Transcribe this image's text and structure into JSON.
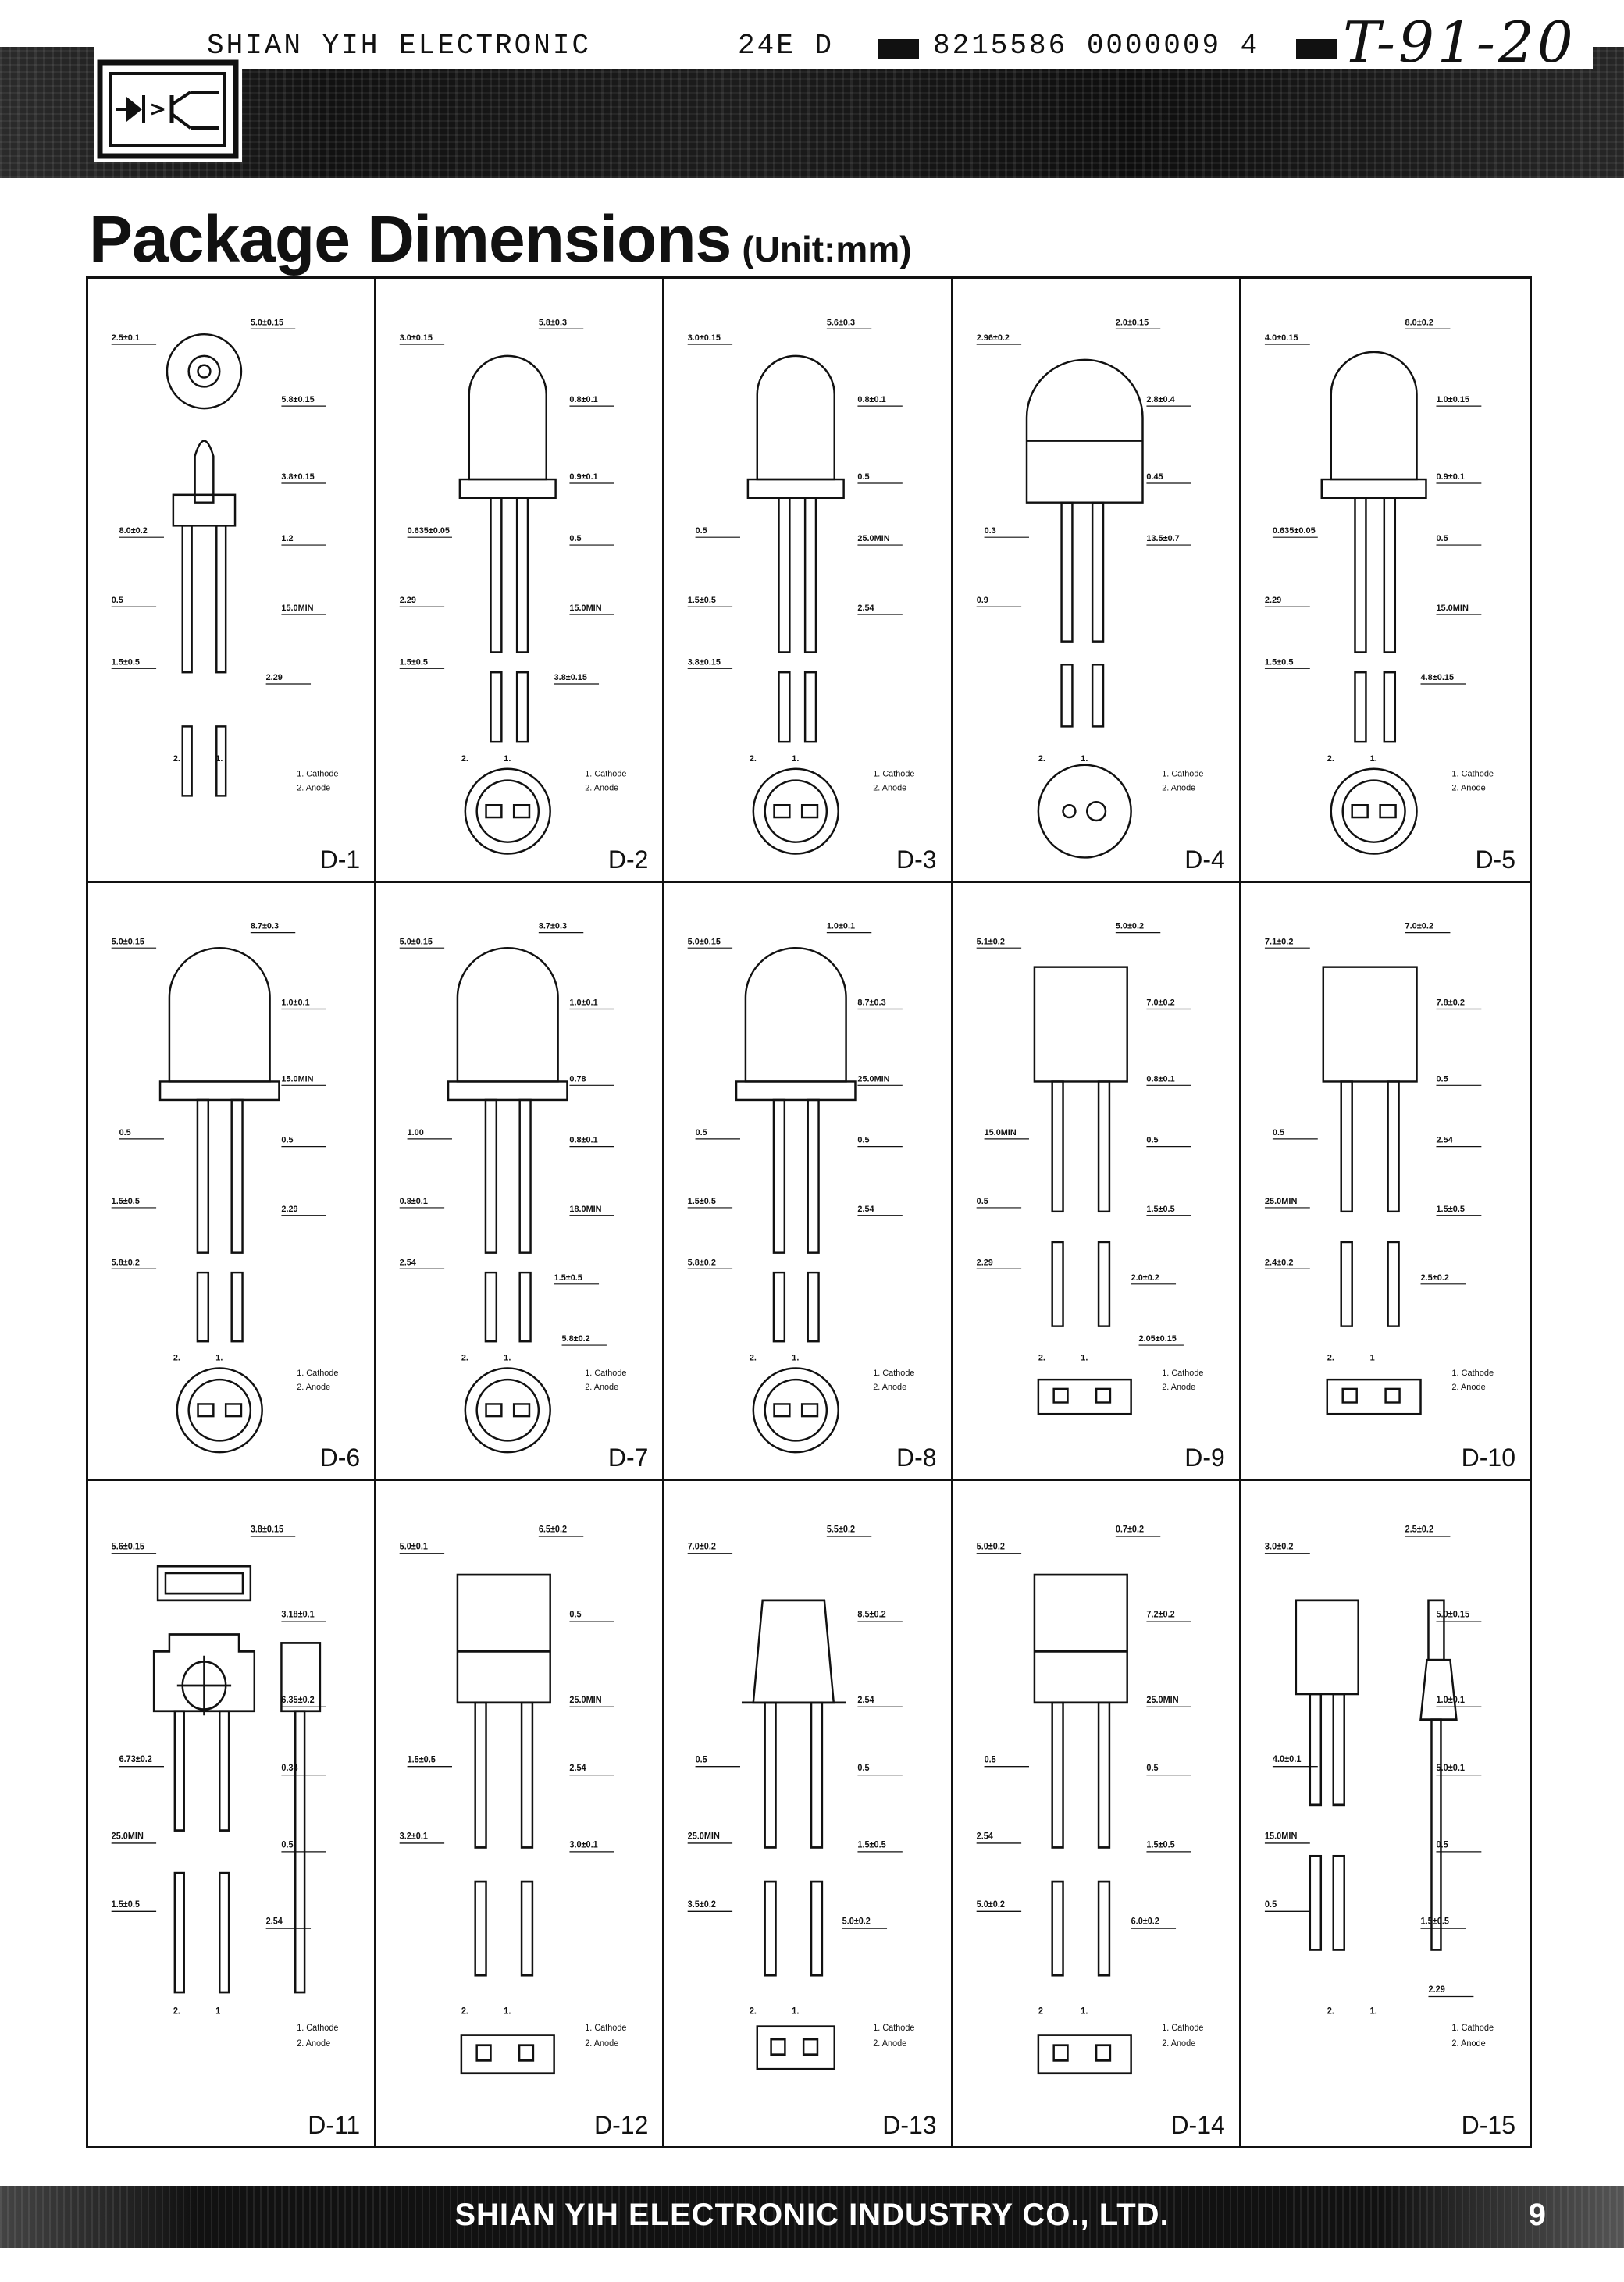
{
  "header": {
    "company": "SHIAN YIH ELECTRONIC",
    "code1": "24E D",
    "code2": "8215586 0000009 4",
    "handwritten": "T-91-20"
  },
  "title": "Package Dimensions",
  "unit": "(Unit:mm)",
  "cells": [
    {
      "id": "D-1",
      "dims": [
        "2.5±0.1",
        "5.0±0.15",
        "5.8±0.15",
        "3.8±0.15",
        "8.0±0.2",
        "1.2",
        "0.5",
        "15.0MIN",
        "1.5±0.5",
        "2.29"
      ],
      "legend": [
        "1. Cathode",
        "2. Anode"
      ],
      "pins": [
        "2.",
        "1."
      ]
    },
    {
      "id": "D-2",
      "dims": [
        "3.0±0.15",
        "5.8±0.3",
        "0.8±0.1",
        "0.9±0.1",
        "0.635±0.05",
        "0.5",
        "2.29",
        "15.0MIN",
        "1.5±0.5",
        "3.8±0.15"
      ],
      "legend": [
        "1. Cathode",
        "2. Anode"
      ],
      "pins": [
        "2.",
        "1."
      ]
    },
    {
      "id": "D-3",
      "dims": [
        "3.0±0.15",
        "5.6±0.3",
        "0.8±0.1",
        "0.5",
        "0.5",
        "25.0MIN",
        "1.5±0.5",
        "2.54",
        "3.8±0.15"
      ],
      "legend": [
        "1. Cathode",
        "2. Anode"
      ],
      "pins": [
        "2.",
        "1."
      ]
    },
    {
      "id": "D-4",
      "dims": [
        "2.96±0.2",
        "2.0±0.15",
        "2.8±0.4",
        "0.45",
        "0.3",
        "13.5±0.7",
        "0.9"
      ],
      "legend": [
        "1. Cathode",
        "2. Anode"
      ],
      "pins": [
        "2.",
        "1."
      ]
    },
    {
      "id": "D-5",
      "dims": [
        "4.0±0.15",
        "8.0±0.2",
        "1.0±0.15",
        "0.9±0.1",
        "0.635±0.05",
        "0.5",
        "2.29",
        "15.0MIN",
        "1.5±0.5",
        "4.8±0.15"
      ],
      "legend": [
        "1. Cathode",
        "2. Anode"
      ],
      "pins": [
        "2.",
        "1."
      ]
    },
    {
      "id": "D-6",
      "dims": [
        "5.0±0.15",
        "8.7±0.3",
        "1.0±0.1",
        "15.0MIN",
        "0.5",
        "0.5",
        "1.5±0.5",
        "2.29",
        "5.8±0.2"
      ],
      "legend": [
        "1. Cathode",
        "2. Anode"
      ],
      "pins": [
        "2.",
        "1."
      ]
    },
    {
      "id": "D-7",
      "dims": [
        "5.0±0.15",
        "8.7±0.3",
        "1.0±0.1",
        "0.78",
        "1.00",
        "0.8±0.1",
        "0.8±0.1",
        "18.0MIN",
        "2.54",
        "1.5±0.5",
        "5.8±0.2"
      ],
      "legend": [
        "1. Cathode",
        "2. Anode"
      ],
      "pins": [
        "2.",
        "1."
      ]
    },
    {
      "id": "D-8",
      "dims": [
        "5.0±0.15",
        "1.0±0.1",
        "8.7±0.3",
        "25.0MIN",
        "0.5",
        "0.5",
        "1.5±0.5",
        "2.54",
        "5.8±0.2"
      ],
      "legend": [
        "1. Cathode",
        "2. Anode"
      ],
      "pins": [
        "2.",
        "1."
      ]
    },
    {
      "id": "D-9",
      "dims": [
        "5.1±0.2",
        "5.0±0.2",
        "7.0±0.2",
        "0.8±0.1",
        "15.0MIN",
        "0.5",
        "0.5",
        "1.5±0.5",
        "2.29",
        "2.0±0.2",
        "2.05±0.15"
      ],
      "legend": [
        "1. Cathode",
        "2. Anode"
      ],
      "pins": [
        "2.",
        "1."
      ]
    },
    {
      "id": "D-10",
      "dims": [
        "7.1±0.2",
        "7.0±0.2",
        "7.8±0.2",
        "0.5",
        "0.5",
        "2.54",
        "25.0MIN",
        "1.5±0.5",
        "2.4±0.2",
        "2.5±0.2"
      ],
      "legend": [
        "1. Cathode",
        "2. Anode"
      ],
      "pins": [
        "2.",
        "1"
      ]
    },
    {
      "id": "D-11",
      "dims": [
        "5.6±0.15",
        "3.8±0.15",
        "3.18±0.1",
        "6.35±0.2",
        "6.73±0.2",
        "0.38",
        "25.0MIN",
        "0.5",
        "1.5±0.5",
        "2.54"
      ],
      "legend": [
        "1. Cathode",
        "2. Anode"
      ],
      "pins": [
        "2.",
        "1"
      ]
    },
    {
      "id": "D-12",
      "dims": [
        "5.0±0.1",
        "6.5±0.2",
        "0.5",
        "25.0MIN",
        "1.5±0.5",
        "2.54",
        "3.2±0.1",
        "3.0±0.1"
      ],
      "legend": [
        "1. Cathode",
        "2. Anode"
      ],
      "pins": [
        "2.",
        "1."
      ]
    },
    {
      "id": "D-13",
      "dims": [
        "7.0±0.2",
        "5.5±0.2",
        "8.5±0.2",
        "2.54",
        "0.5",
        "0.5",
        "25.0MIN",
        "1.5±0.5",
        "3.5±0.2",
        "5.0±0.2"
      ],
      "legend": [
        "1. Cathode",
        "2. Anode"
      ],
      "pins": [
        "2.",
        "1."
      ]
    },
    {
      "id": "D-14",
      "dims": [
        "5.0±0.2",
        "0.7±0.2",
        "7.2±0.2",
        "25.0MIN",
        "0.5",
        "0.5",
        "2.54",
        "1.5±0.5",
        "5.0±0.2",
        "6.0±0.2"
      ],
      "legend": [
        "1. Cathode",
        "2. Anode"
      ],
      "pins": [
        "2",
        "1."
      ]
    },
    {
      "id": "D-15",
      "dims": [
        "3.0±0.2",
        "2.5±0.2",
        "5.0±0.15",
        "1.0±0.1",
        "4.0±0.1",
        "5.0±0.1",
        "15.0MIN",
        "0.5",
        "0.5",
        "1.5±0.5",
        "2.29"
      ],
      "legend": [
        "1. Cathode",
        "2. Anode"
      ],
      "pins": [
        "2.",
        "1."
      ]
    }
  ],
  "footer": {
    "company": "SHIAN YIH ELECTRONIC INDUSTRY CO., LTD.",
    "page": "9"
  }
}
